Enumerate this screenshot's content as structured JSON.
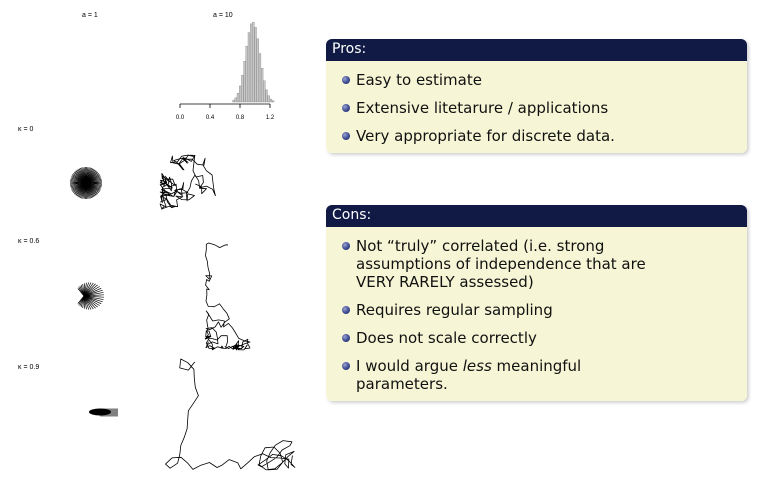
{
  "figure": {
    "col_labels": [
      "a = 1",
      "a = 10"
    ],
    "row_labels": [
      "κ = 0",
      "κ = 0.6",
      "κ = 0.9"
    ],
    "hist_ticks": [
      "0.0",
      "0.4",
      "0.8",
      "1.2"
    ]
  },
  "pros": {
    "title": "Pros:",
    "items": [
      "Easy to estimate",
      "Extensive litetarure / applications",
      "Very appropriate for discrete data."
    ]
  },
  "cons": {
    "title": "Cons:",
    "items": [
      "Not “truly” correlated (i.e. strong assumptions of independence that are VERY RARELY assessed)",
      "Requires regular sampling",
      "Does not scale correctly"
    ],
    "last_item": {
      "pre": "I would argue ",
      "em": "less",
      "post": " meaningful parameters."
    }
  }
}
